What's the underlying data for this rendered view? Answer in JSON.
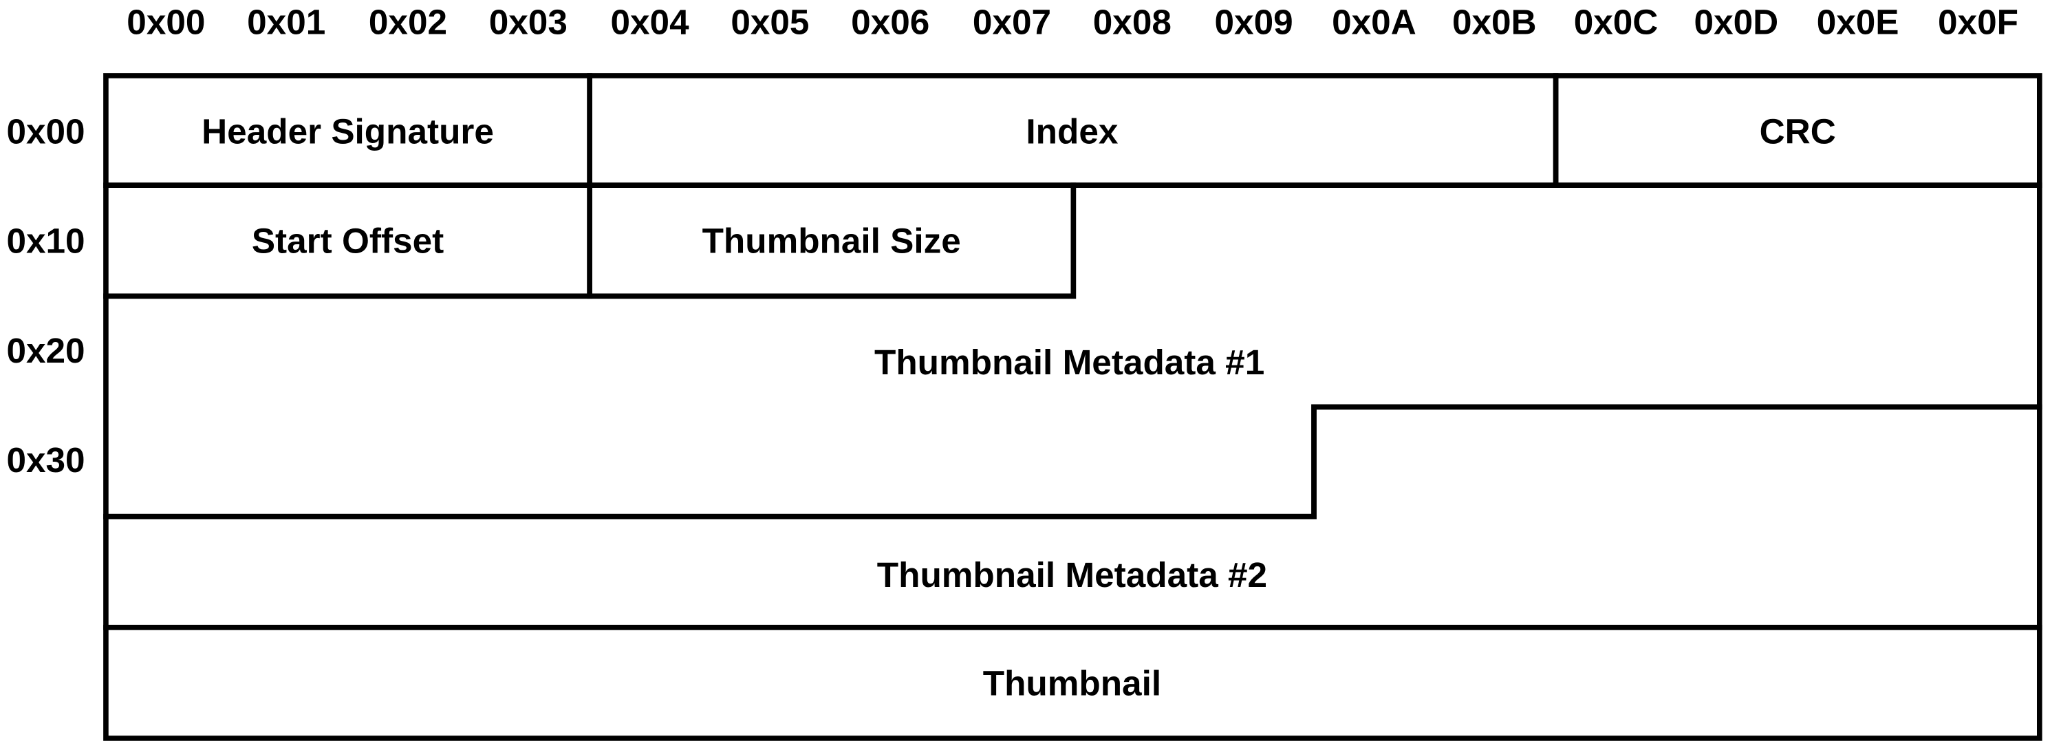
{
  "diagram": {
    "column_offsets": [
      "0x00",
      "0x01",
      "0x02",
      "0x03",
      "0x04",
      "0x05",
      "0x06",
      "0x07",
      "0x08",
      "0x09",
      "0x0A",
      "0x0B",
      "0x0C",
      "0x0D",
      "0x0E",
      "0x0F"
    ],
    "row_offsets": [
      "0x00",
      "0x10",
      "0x20",
      "0x30"
    ],
    "fields": {
      "header_signature": "Header Signature",
      "index": "Index",
      "crc": "CRC",
      "start_offset": "Start Offset",
      "thumbnail_size": "Thumbnail Size",
      "thumbnail_metadata_1": "Thumbnail Metadata #1",
      "thumbnail_metadata_2": "Thumbnail Metadata #2",
      "thumbnail": "Thumbnail"
    }
  }
}
